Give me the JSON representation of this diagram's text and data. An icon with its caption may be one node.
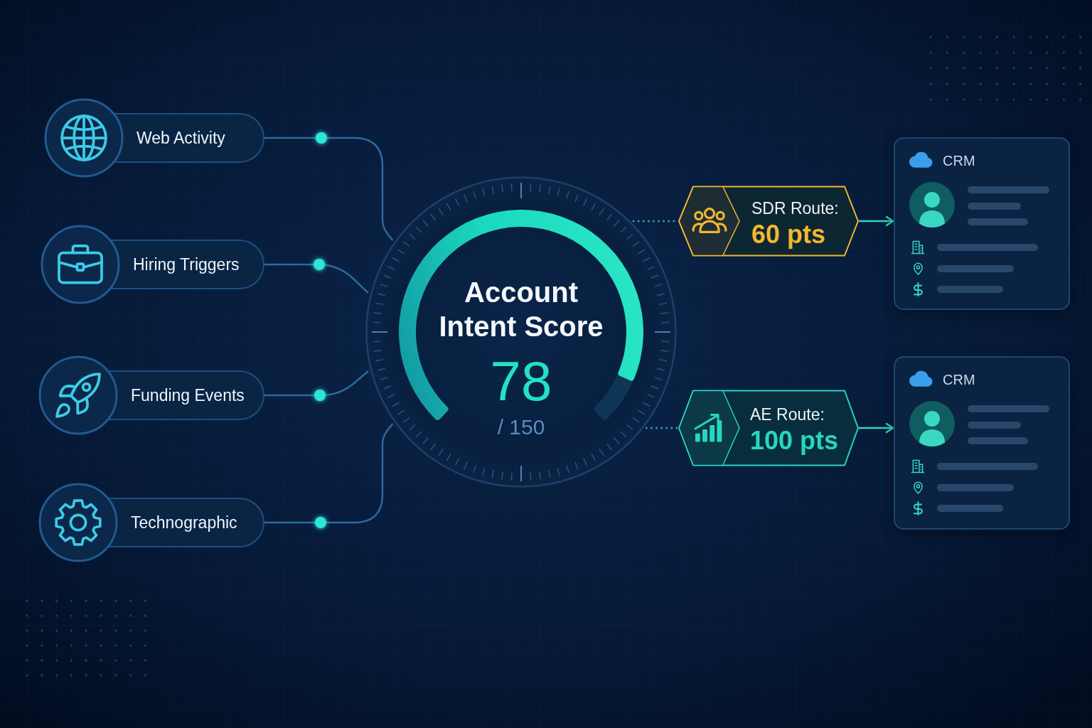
{
  "diagram": {
    "nodes": [
      {
        "text": [
          "Web Activity"
        ]
      },
      {
        "text": [
          "Hiring Triggers"
        ]
      },
      {
        "text": [
          "Funding Events"
        ]
      },
      {
        "text": [
          "Technographic"
        ]
      },
      {
        "text": [
          "Account Intent Score",
          "78",
          "/ 150"
        ]
      },
      {
        "text": [
          "SDR Route:",
          "60 pts"
        ]
      },
      {
        "text": [
          "AE Route:",
          "100 pts"
        ]
      },
      {
        "text": [
          "CRM"
        ]
      },
      {
        "text": [
          "CRM"
        ]
      }
    ],
    "edges": [
      {
        "from": 0,
        "to": 4,
        "arrow": "none"
      },
      {
        "from": 1,
        "to": 4,
        "arrow": "none"
      },
      {
        "from": 2,
        "to": 4,
        "arrow": "none"
      },
      {
        "from": 3,
        "to": 4,
        "arrow": "none"
      },
      {
        "from": 4,
        "to": 5,
        "arrow": "none",
        "style": "dashed",
        "color": "#2a9fc2"
      },
      {
        "from": 4,
        "to": 6,
        "arrow": "none",
        "style": "dashed",
        "color": "#2a9fc2"
      },
      {
        "from": 5,
        "to": 7,
        "arrow": "to",
        "color": "#2dd4bf"
      },
      {
        "from": 6,
        "to": 8,
        "arrow": "to",
        "color": "#2dd4bf"
      }
    ]
  }
}
